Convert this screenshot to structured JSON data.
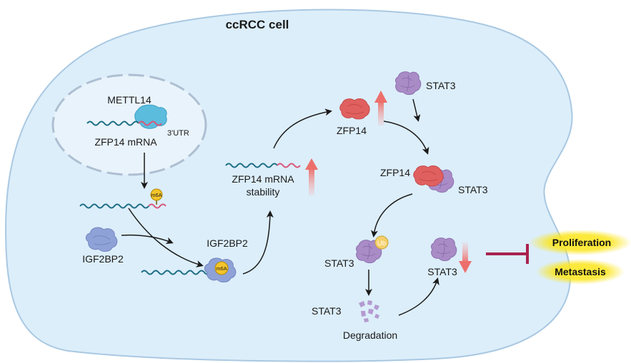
{
  "title": "ccRCC cell",
  "nucleus": {
    "enzyme_label": "METTL14",
    "mrna_label": "ZFP14 mRNA",
    "utr_label": "3'UTR"
  },
  "modification_label": "m6A",
  "reader": {
    "free_label": "IGF2BP2",
    "bound_label": "IGF2BP2",
    "bound_m6a_label": "m6A"
  },
  "mrna_stability": {
    "line1": "ZFP14 mRNA",
    "line2": "stability"
  },
  "protein_labels": {
    "zfp14_up": "ZFP14",
    "stat3_top": "STAT3",
    "complex_zfp14": "ZFP14",
    "complex_stat3": "STAT3",
    "stat3_ub": "STAT3",
    "ub_badge": "Ub",
    "stat3_down": "STAT3",
    "stat3_fragment": "STAT3"
  },
  "degradation_label": "Degradation",
  "outcomes": [
    "Proliferation",
    "Metastasis"
  ],
  "colors": {
    "cell_fill": "#dceefa",
    "cell_stroke": "#a9c8e2",
    "nucleus_fill": "#e9f3fb",
    "nucleus_dash": "#aebfd2",
    "zfp14_red": "#e0605f",
    "stat3_purple": "#a98bc6",
    "igf2bp2_blue": "#8fa2d8",
    "mettl14_cyan": "#5bbcde",
    "m6a_yellow": "#f3c42b",
    "up_arrow": "#ef7b78",
    "inhibit": "#a8234d",
    "outcome_glow": "#fbe51c"
  }
}
